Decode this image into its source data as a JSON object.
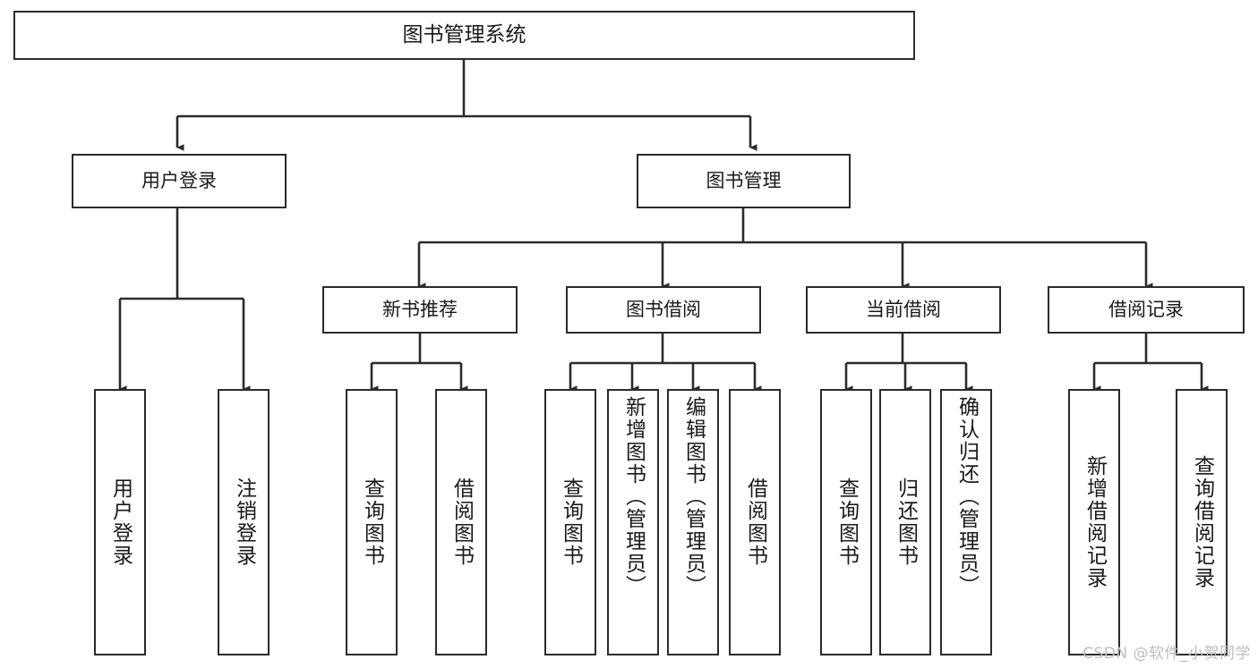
{
  "diagram": {
    "title": "图书管理系统",
    "type": "tree",
    "colors": {
      "stroke": "#2b2b2b",
      "fill": "#ffffff",
      "text": "#1a1a1a",
      "watermark": "#bdbdbd"
    },
    "root": {
      "label": "图书管理系统"
    },
    "level1": [
      {
        "label": "用户登录"
      },
      {
        "label": "图书管理"
      }
    ],
    "level2": [
      {
        "label": "新书推荐"
      },
      {
        "label": "图书借阅"
      },
      {
        "label": "当前借阅"
      },
      {
        "label": "借阅记录"
      }
    ],
    "leaves": {
      "user_login": [
        {
          "label": "用户登录"
        },
        {
          "label": "注销登录"
        }
      ],
      "new_book_recommend": [
        {
          "label": "查询图书"
        },
        {
          "label": "借阅图书"
        }
      ],
      "book_borrow": [
        {
          "label": "查询图书"
        },
        {
          "label": "新增图书（管理员）"
        },
        {
          "label": "编辑图书（管理员）"
        },
        {
          "label": "借阅图书"
        }
      ],
      "current_borrow": [
        {
          "label": "查询图书"
        },
        {
          "label": "归还图书"
        },
        {
          "label": "确认归还（管理员）"
        }
      ],
      "borrow_record": [
        {
          "label": "新增借阅记录"
        },
        {
          "label": "查询借阅记录"
        }
      ]
    }
  },
  "watermark": {
    "text": "CSDN @软件_小贺同学"
  }
}
